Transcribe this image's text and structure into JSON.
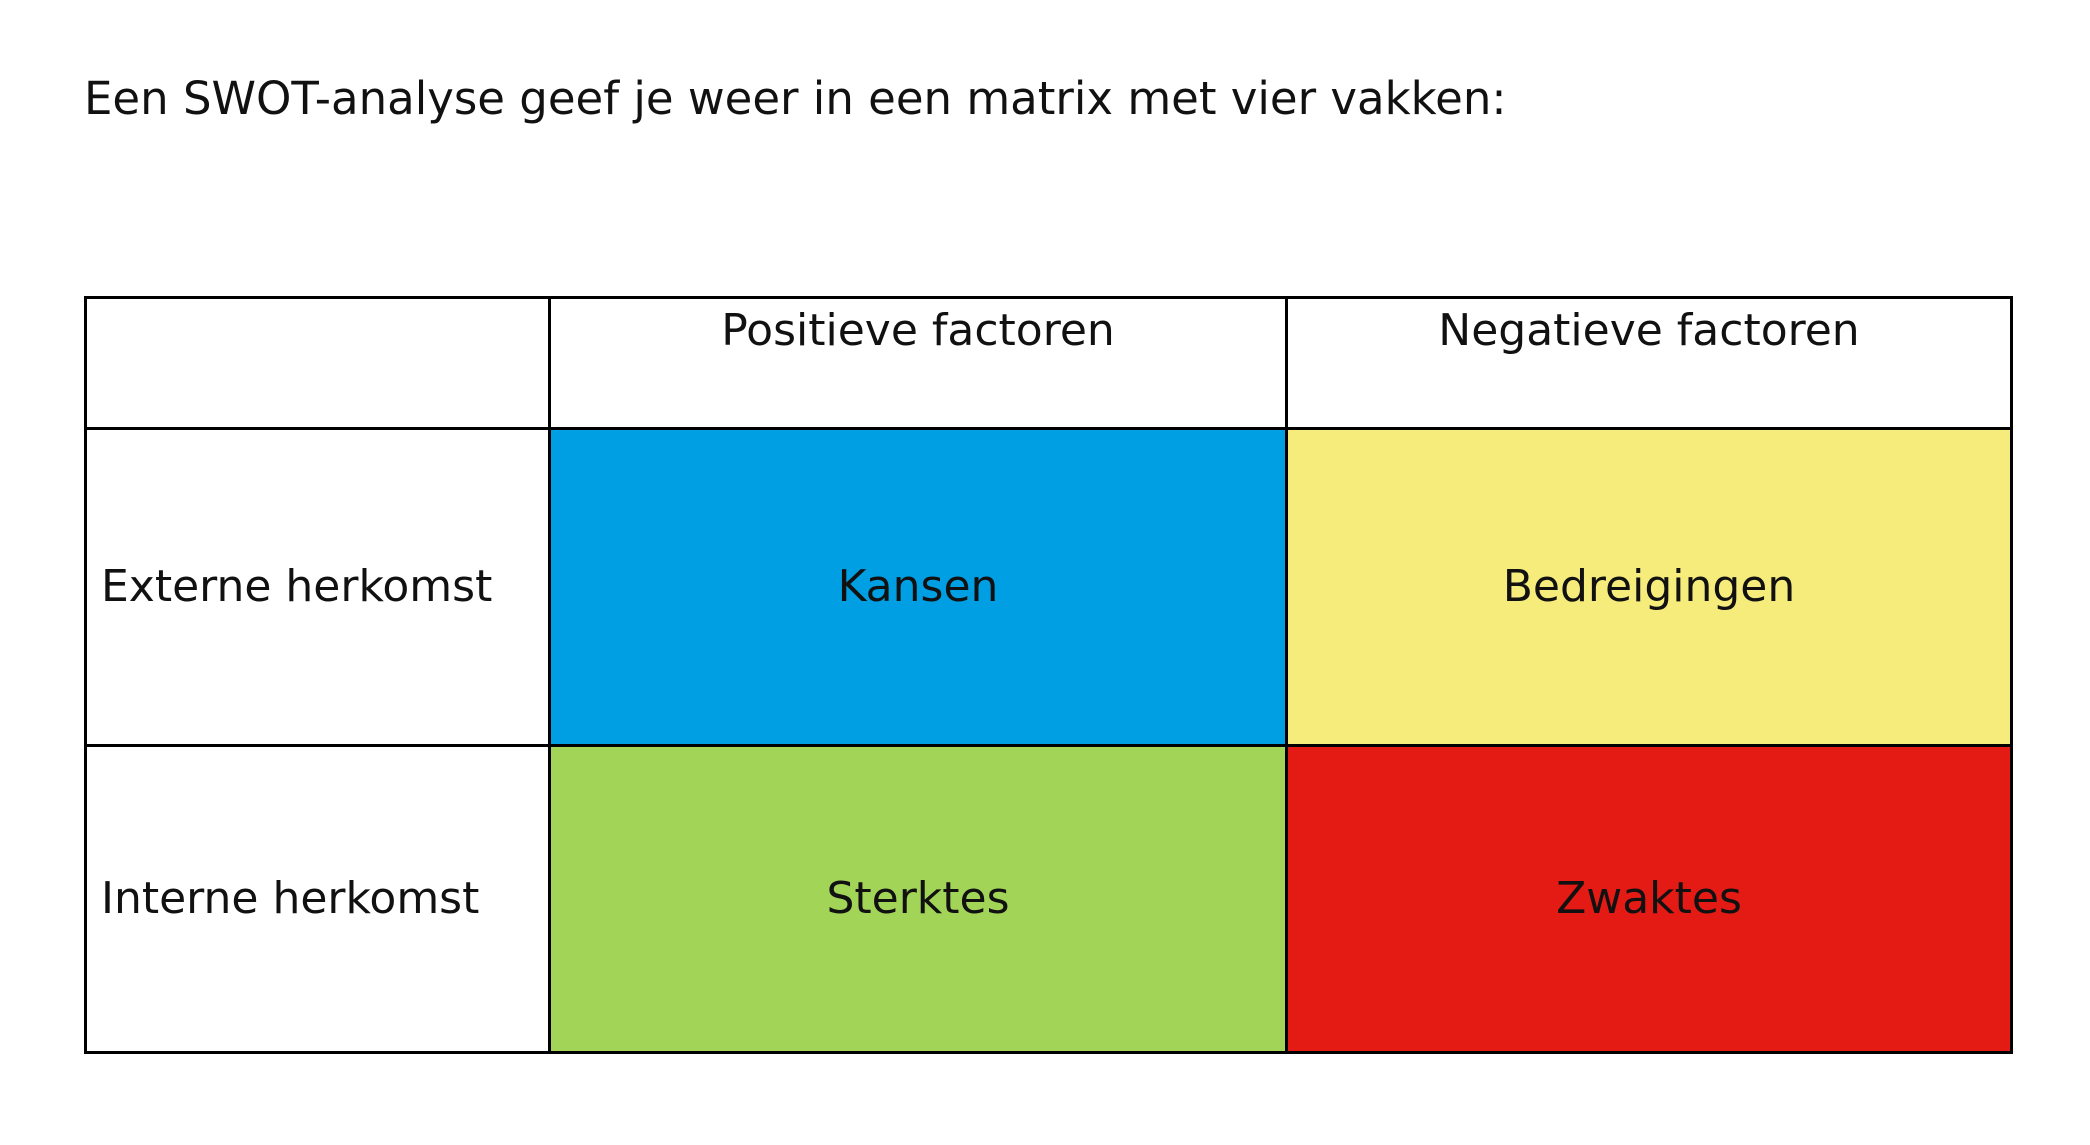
{
  "intro_text": "Een SWOT-analyse geef je weer in een matrix met vier vakken:",
  "matrix": {
    "corner": "",
    "columns": [
      "Positieve factoren",
      "Negatieve factoren"
    ],
    "rows": [
      "Externe herkomst",
      "Interne herkomst"
    ],
    "cells": {
      "external_positive": {
        "label": "Kansen",
        "color": "#009FE3"
      },
      "external_negative": {
        "label": "Bedreigingen",
        "color": "#F6EC7C"
      },
      "internal_positive": {
        "label": "Sterktes",
        "color": "#A2D557"
      },
      "internal_negative": {
        "label": "Zwaktes",
        "color": "#E41A15"
      }
    }
  }
}
